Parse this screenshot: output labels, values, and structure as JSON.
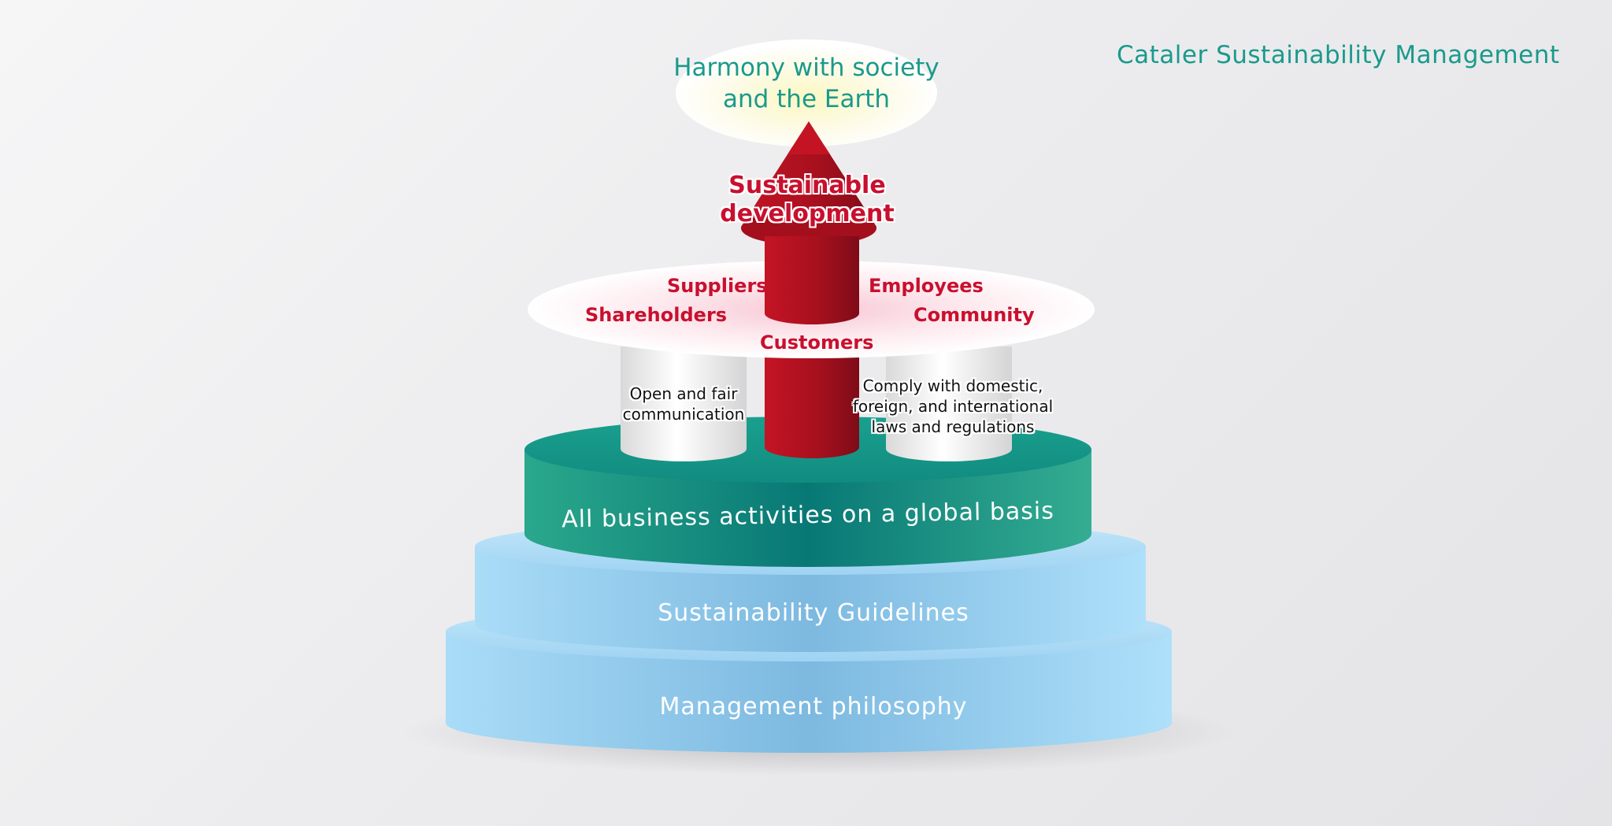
{
  "title": "Cataler Sustainability Management",
  "goal": {
    "line1": "Harmony with society",
    "line2": "and the Earth"
  },
  "arrow": {
    "line1": "Sustainable",
    "line2": "development"
  },
  "stakeholders": {
    "suppliers": "Suppliers",
    "employees": "Employees",
    "shareholders": "Shareholders",
    "community": "Community",
    "customers": "Customers"
  },
  "pillars": {
    "left": {
      "line1": "Open and fair",
      "line2": "communication"
    },
    "right": {
      "line1": "Comply with domestic,",
      "line2": "foreign, and international",
      "line3": "laws and regulations"
    }
  },
  "tiers": {
    "activities": "All business activities on a global basis",
    "guidelines": "Sustainability Guidelines",
    "philosophy": "Management philosophy"
  },
  "colors": {
    "teal": "#1a9a8c",
    "red": "#c8102e",
    "light_blue": "#a6daf6",
    "green_disk": "#149a86"
  }
}
